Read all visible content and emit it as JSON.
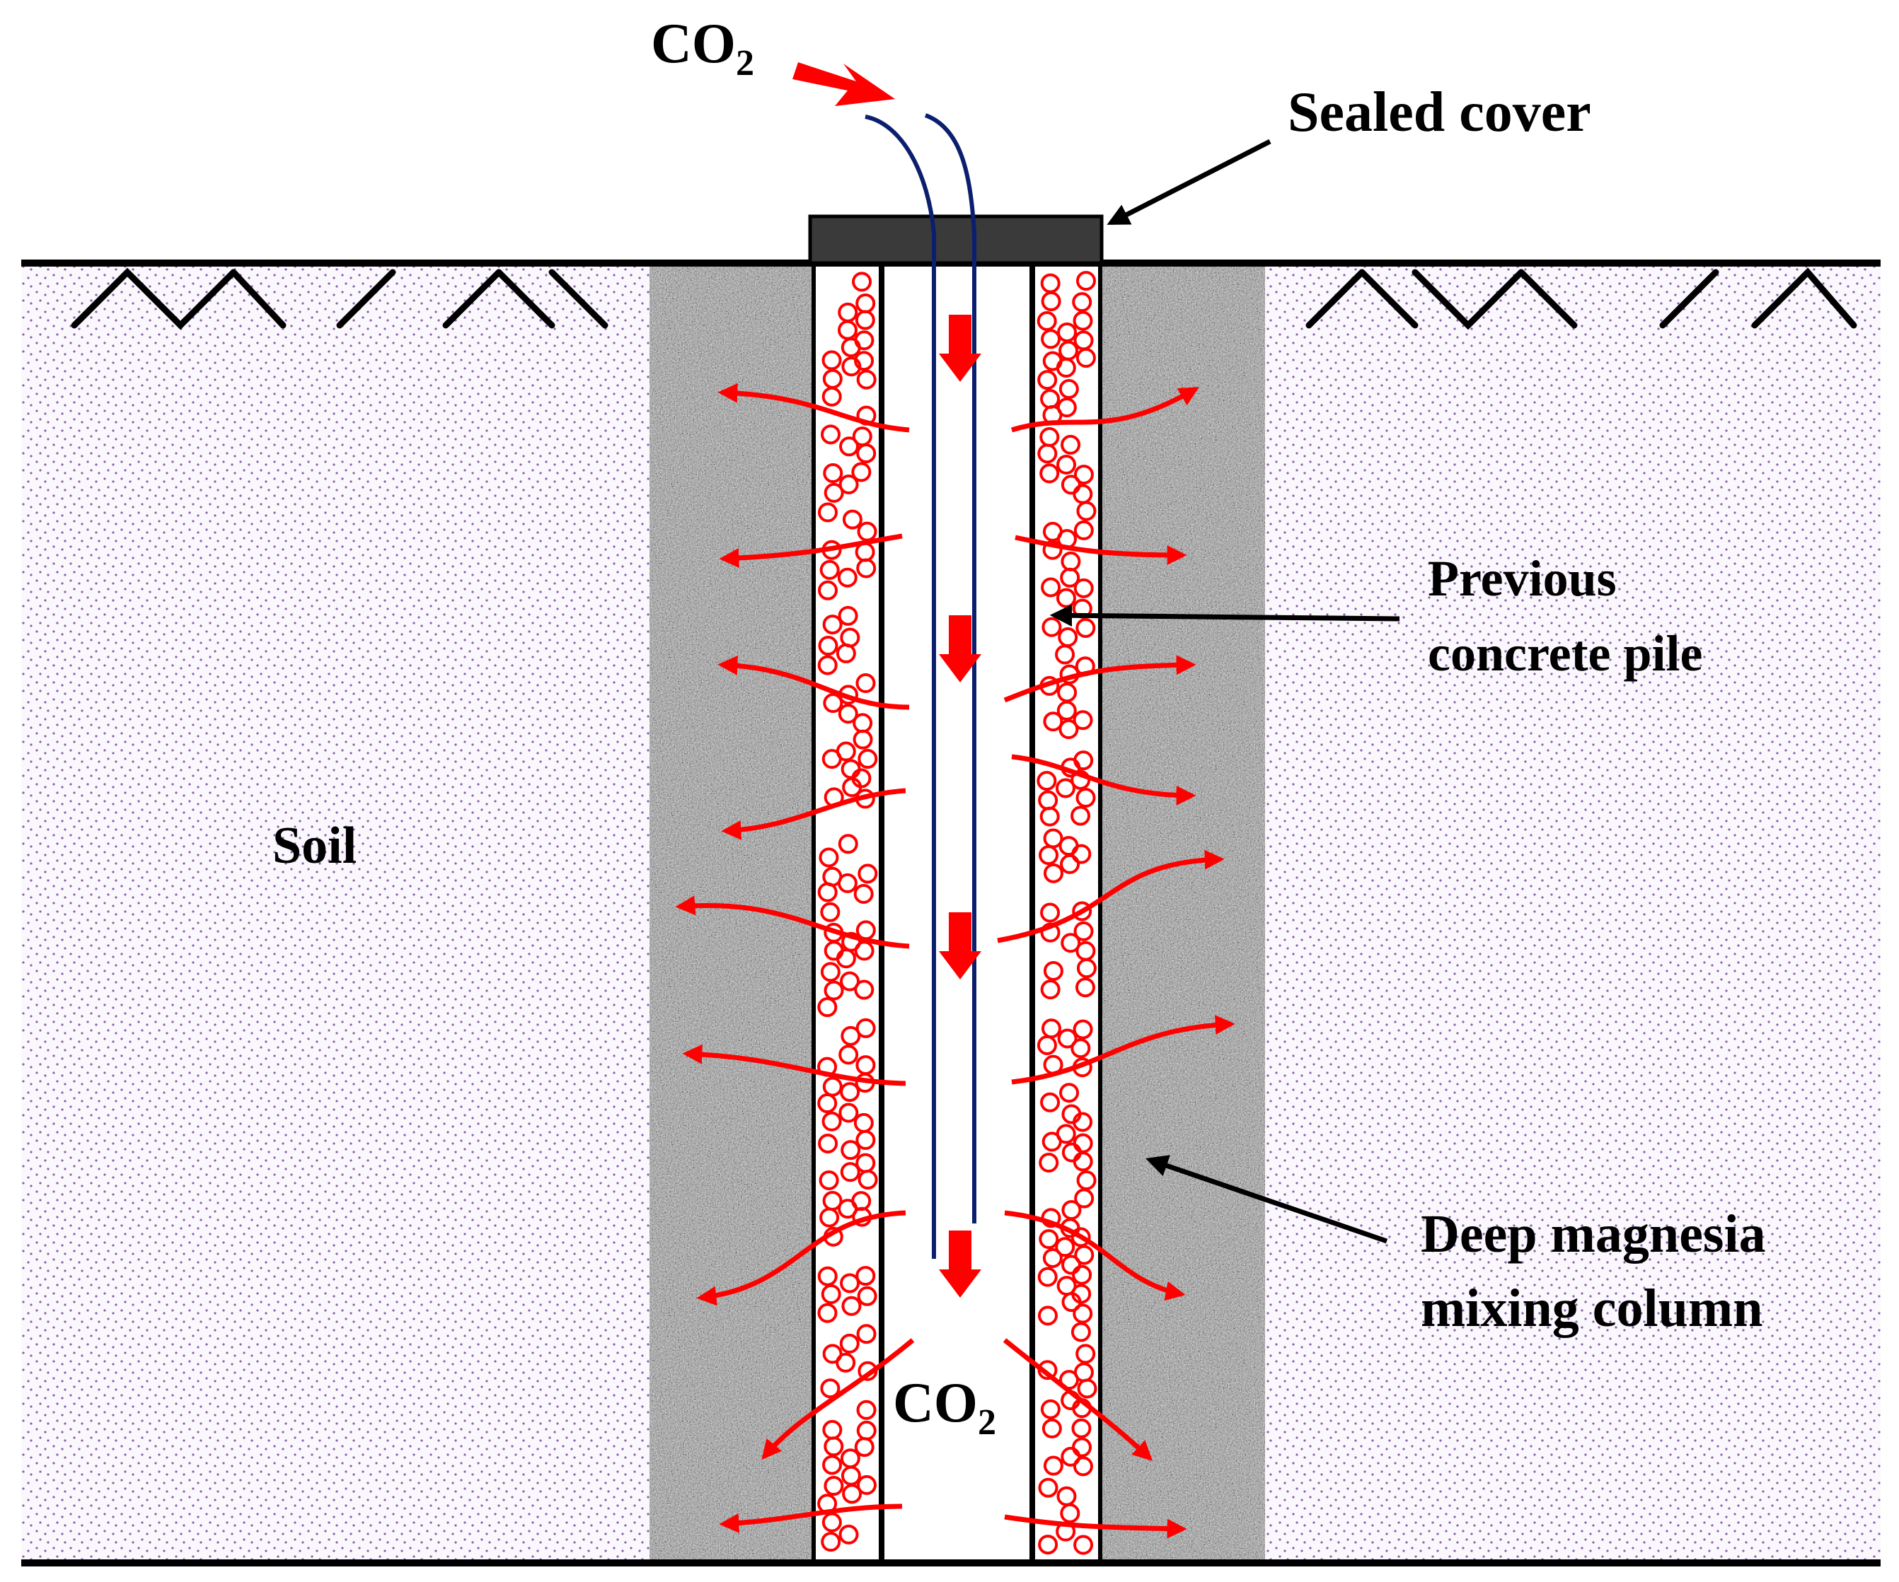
{
  "labels": {
    "co2_top": "CO",
    "co2_top_sub": "2",
    "sealed_cover": "Sealed cover",
    "previous_pile_line1": "Previous",
    "previous_pile_line2": "concrete pile",
    "soil": "Soil",
    "column_line1": "Deep magnesia",
    "column_line2": "mixing column",
    "co2_bottom": "CO",
    "co2_bottom_sub": "2"
  },
  "colors": {
    "soil_bg": "#fbf8fd",
    "soil_dots": "#8a5fb0",
    "column_gray": "#9c9c9c",
    "cover": "#3a3a3a",
    "flow_red": "#ff0000",
    "pipe_blue": "#0b1f6e",
    "line_black": "#000000"
  }
}
